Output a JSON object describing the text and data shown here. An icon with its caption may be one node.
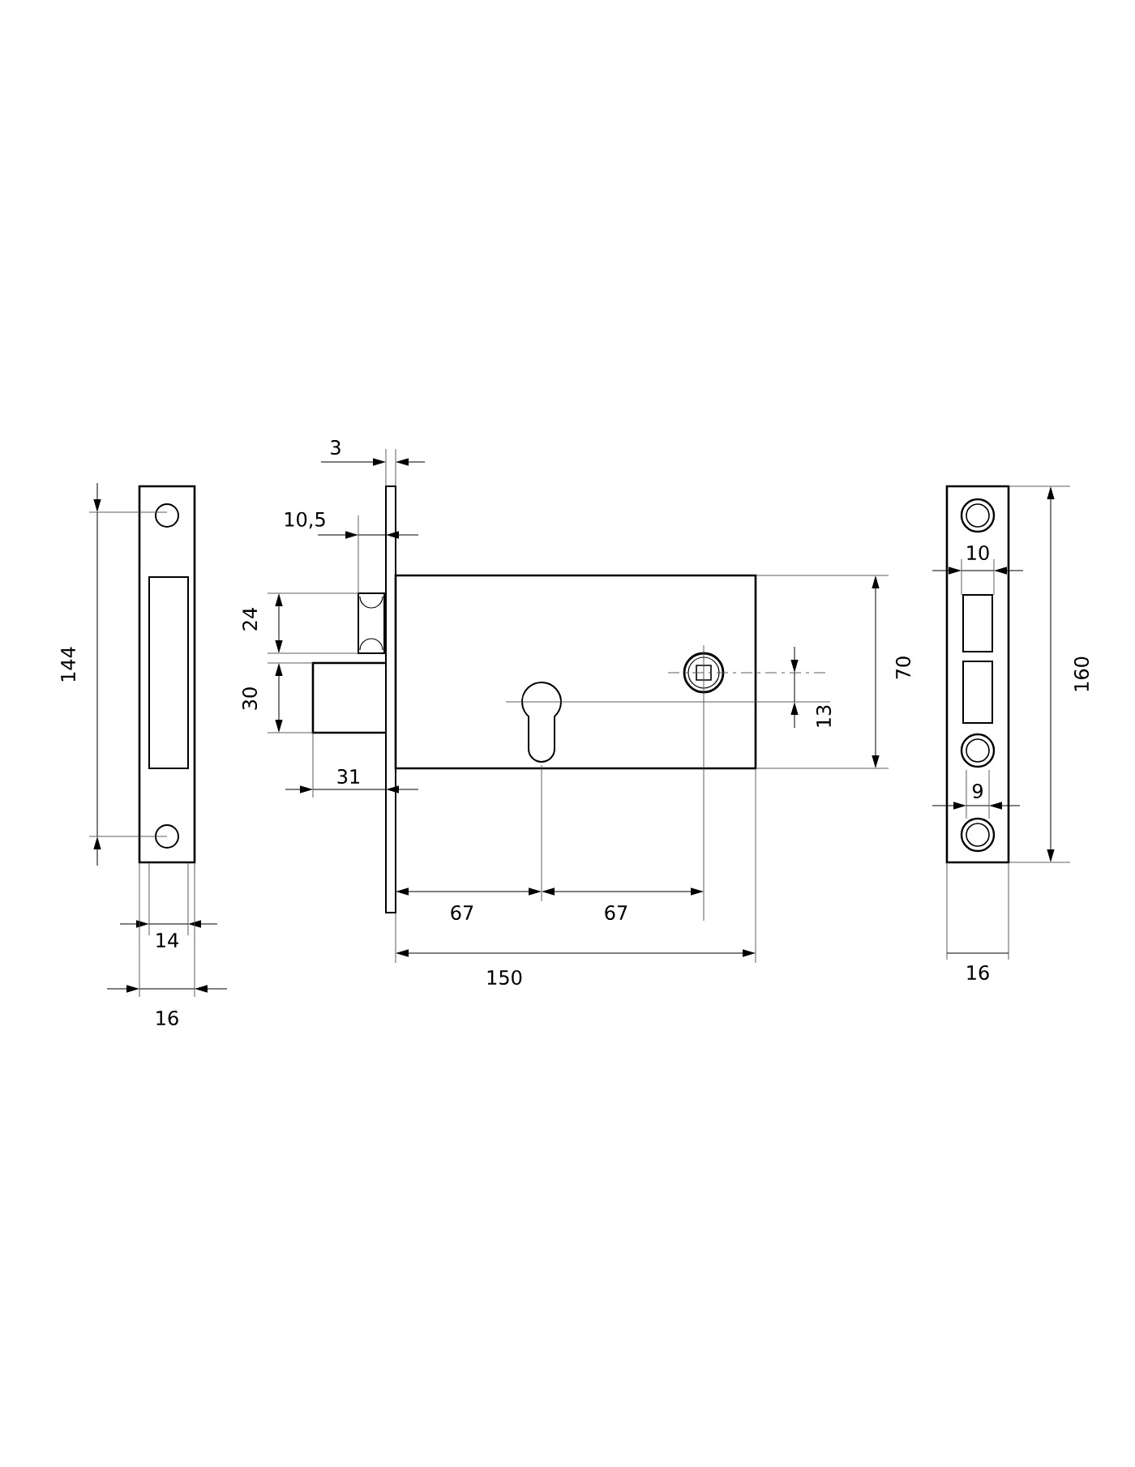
{
  "diagram": {
    "labels": [
      "3",
      "10,5",
      "144",
      "24",
      "30",
      "31",
      "70",
      "13",
      "10",
      "9",
      "160",
      "14",
      "16",
      "67",
      "67",
      "150",
      "16"
    ]
  }
}
